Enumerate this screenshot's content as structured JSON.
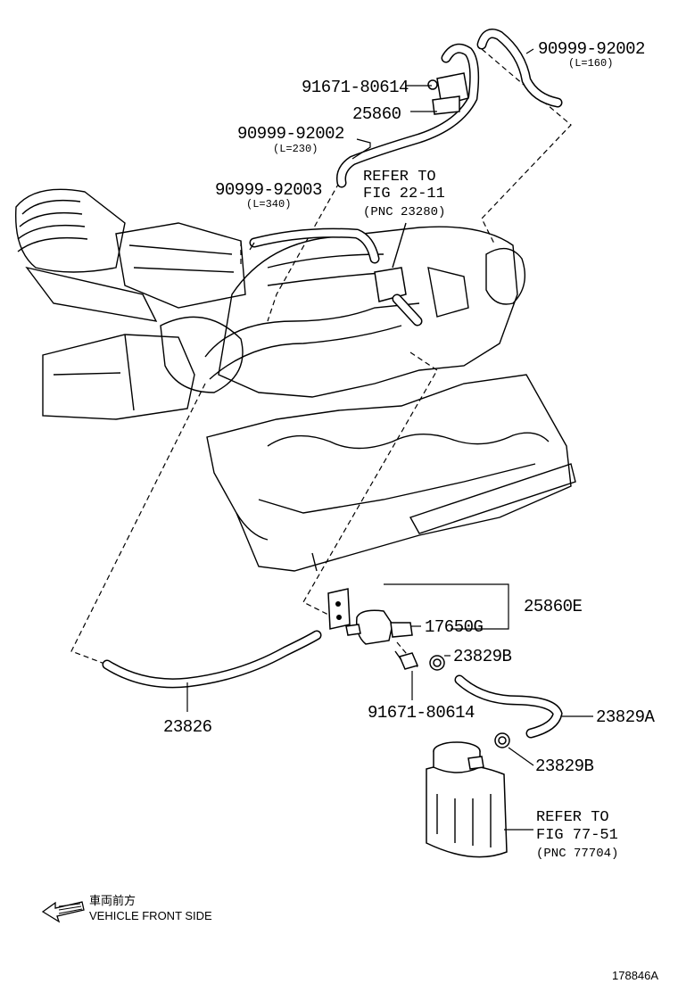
{
  "labels": {
    "hose_top_right": {
      "part": "90999-92002",
      "length": "(L=160)"
    },
    "bolt_top": "91671-80614",
    "vsv_top": "25860",
    "hose_mid": {
      "part": "90999-92002",
      "length": "(L=230)"
    },
    "hose_left": {
      "part": "90999-92003",
      "length": "(L=340)"
    },
    "ref_top": {
      "line1": "REFER TO",
      "line2": "FIG 22-11",
      "line3": "(PNC 23280)"
    },
    "bracket_assy": "25860E",
    "vsv_bottom": "17650G",
    "clip_upper": "23829B",
    "bolt_bottom": "91671-80614",
    "hose_bottom_right": "23829A",
    "clip_lower": "23829B",
    "hose_bottom_left": "23826",
    "ref_bottom": {
      "line1": "REFER TO",
      "line2": "FIG 77-51",
      "line3": "(PNC 77704)"
    },
    "direction_jp": "車両前方",
    "direction_en": "VEHICLE FRONT SIDE",
    "figure_id": "178846A"
  }
}
